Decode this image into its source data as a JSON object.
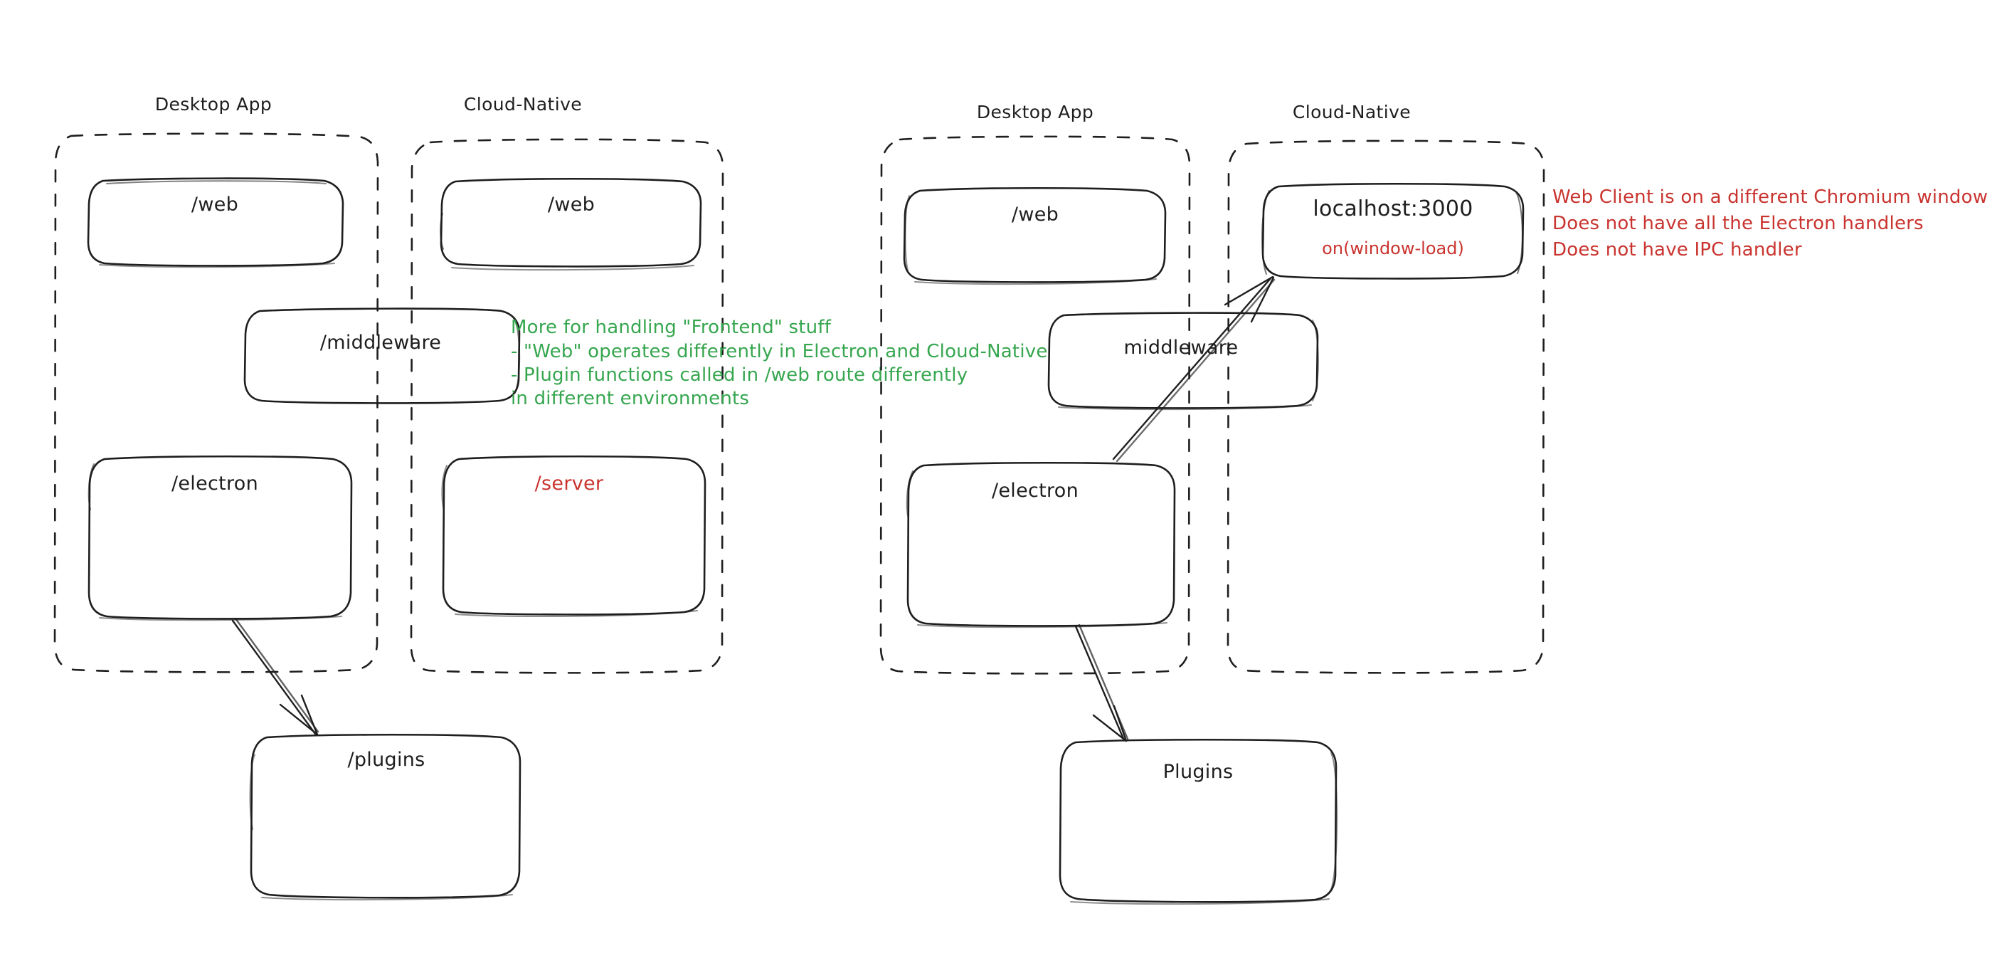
{
  "diagram": {
    "title": "Electron vs Cloud-Native architecture sketch",
    "colors": {
      "ink": "#1e1e1e",
      "red": "#c9342f",
      "green": "#36a64f",
      "background": "#ffffff"
    },
    "groups": [
      {
        "id": "left-desktop",
        "label": "Desktop App"
      },
      {
        "id": "left-cloud",
        "label": "Cloud-Native"
      },
      {
        "id": "right-desktop",
        "label": "Desktop App"
      },
      {
        "id": "right-cloud",
        "label": "Cloud-Native"
      }
    ],
    "left_panel": {
      "nodes": [
        {
          "id": "l-desktop-web",
          "label": "/web"
        },
        {
          "id": "l-cloud-web",
          "label": "/web"
        },
        {
          "id": "l-middleware",
          "label": "/middleware"
        },
        {
          "id": "l-electron",
          "label": "/electron"
        },
        {
          "id": "l-server",
          "label": "/server"
        },
        {
          "id": "l-plugins",
          "label": "/plugins"
        }
      ]
    },
    "right_panel": {
      "nodes": [
        {
          "id": "r-desktop-web",
          "label": "/web"
        },
        {
          "id": "r-localhost",
          "label": "localhost:3000",
          "sublabel": "on(window-load)"
        },
        {
          "id": "r-middleware",
          "label": "middleware"
        },
        {
          "id": "r-electron",
          "label": "/electron"
        },
        {
          "id": "r-plugins",
          "label": "Plugins"
        }
      ]
    },
    "annotations": {
      "green_note": [
        "More for handling \"Frontend\" stuff",
        "- \"Web\" operates differently in Electron and Cloud-Native",
        "- Plugin functions called in /web route differently",
        "in different environments"
      ],
      "red_note": [
        "Web Client is on a different Chromium window",
        "Does not have all the Electron handlers",
        "Does not have IPC handler"
      ]
    }
  }
}
